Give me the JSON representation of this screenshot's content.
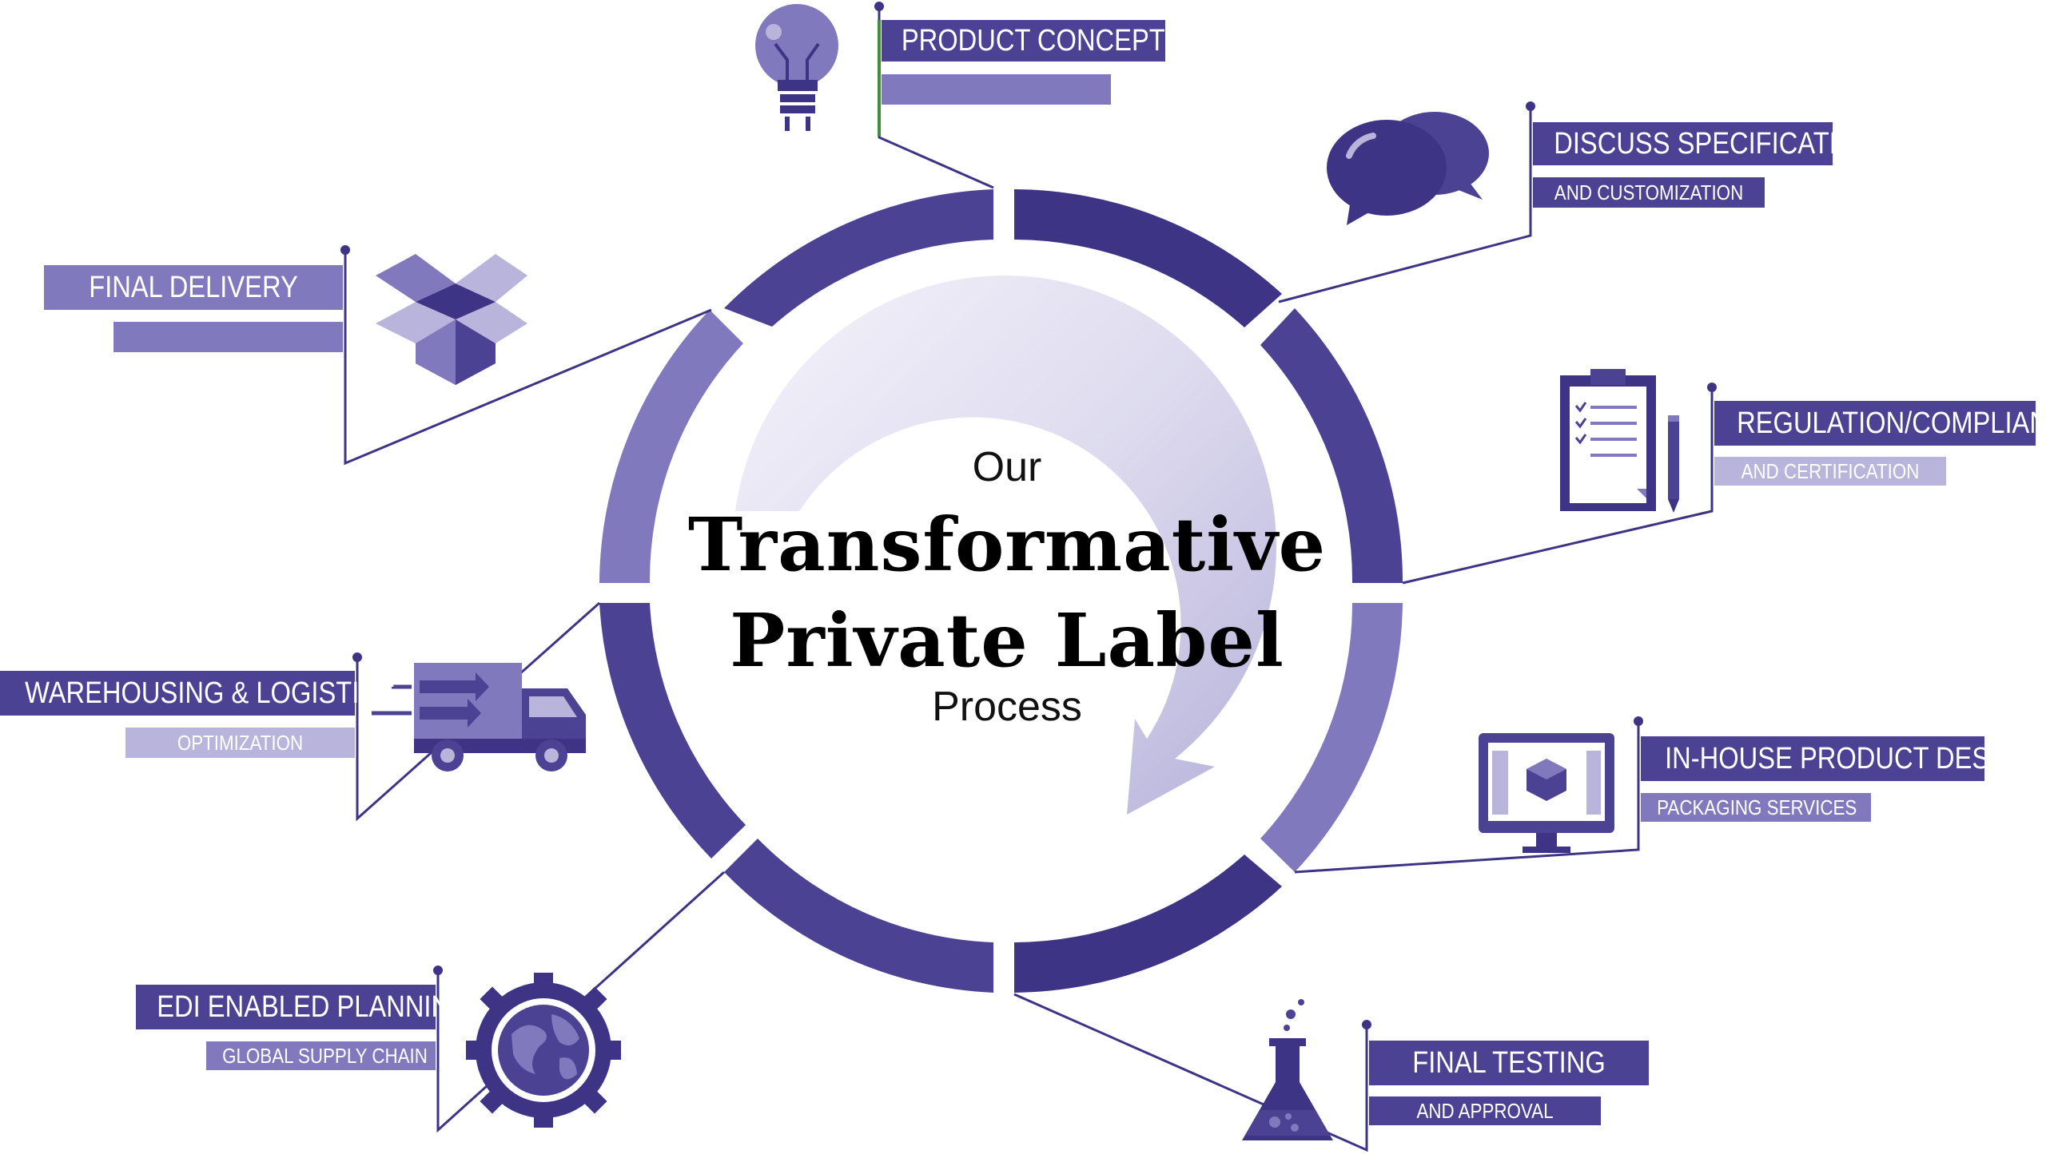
{
  "center": {
    "line1": "Our",
    "line2": "Transformative",
    "line3": "Private Label",
    "line4": "Process"
  },
  "colors": {
    "dark": "#3d3486",
    "medium": "#4b4294",
    "light": "#8179bd",
    "pale": "#b9b4db",
    "stem": "#3d8f3d"
  },
  "steps": [
    {
      "title": "PRODUCT CONCEPT",
      "subtitle": "",
      "icon": "lightbulb-icon"
    },
    {
      "title": "DISCUSS SPECIFICATIONS",
      "subtitle": "AND CUSTOMIZATION",
      "icon": "speech-bubbles-icon"
    },
    {
      "title": "REGULATION/COMPLIANCE",
      "subtitle": "AND CERTIFICATION",
      "icon": "clipboard-checklist-icon"
    },
    {
      "title": "IN-HOUSE PRODUCT DESIGN",
      "subtitle": "PACKAGING SERVICES",
      "icon": "monitor-design-icon"
    },
    {
      "title": "FINAL TESTING",
      "subtitle": "AND APPROVAL",
      "icon": "lab-flask-icon"
    },
    {
      "title": "EDI ENABLED PLANNING",
      "subtitle": "GLOBAL SUPPLY CHAIN",
      "icon": "globe-gear-icon"
    },
    {
      "title": "WAREHOUSING & LOGISTICS",
      "subtitle": "OPTIMIZATION",
      "icon": "delivery-truck-icon"
    },
    {
      "title": "FINAL DELIVERY",
      "subtitle": "",
      "icon": "open-box-icon"
    }
  ]
}
